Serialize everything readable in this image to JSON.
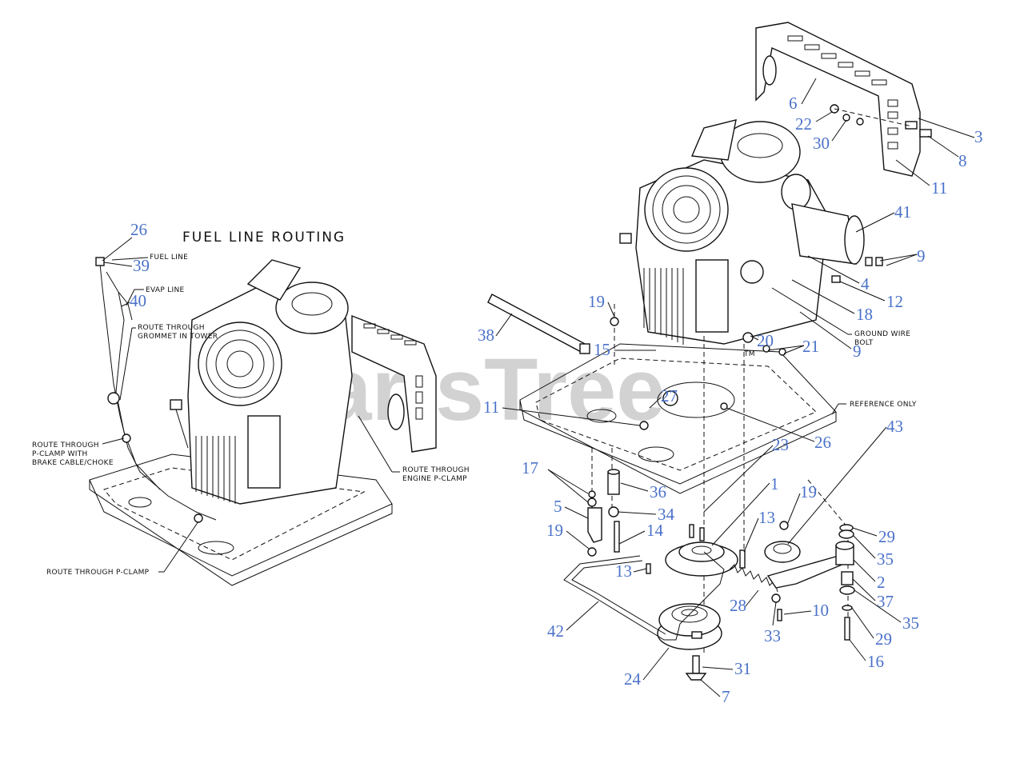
{
  "diagram": {
    "heading": "FUEL LINE ROUTING",
    "watermark": "PartsTree",
    "watermark_tm": "TM",
    "notes": {
      "fuel_line": "FUEL LINE",
      "evap_line": "EVAP LINE",
      "grommet_1": "ROUTE THROUGH",
      "grommet_2": "GROMMET IN TOWER",
      "pclamp_1": "ROUTE THROUGH",
      "pclamp_2": "P-CLAMP WITH",
      "pclamp_3": "BRAKE CABLE/CHOKE",
      "engine_pclamp_1": "ROUTE THROUGH",
      "engine_pclamp_2": "ENGINE P-CLAMP",
      "route_pclamp": "ROUTE THROUGH P-CLAMP",
      "ground_1": "GROUND WIRE",
      "ground_2": "BOLT",
      "reference": "REFERENCE ONLY"
    },
    "callouts": {
      "c26a": "26",
      "c39": "39",
      "c40": "40",
      "c3": "3",
      "c6": "6",
      "c22": "22",
      "c30": "30",
      "c8": "8",
      "c11a": "11",
      "c41": "41",
      "c9a": "9",
      "c4": "4",
      "c12": "12",
      "c18": "18",
      "c9b": "9",
      "c19a": "19",
      "c38": "38",
      "c15": "15",
      "c20": "20",
      "c21": "21",
      "c27": "27",
      "c11b": "11",
      "c26b": "26",
      "c23": "23",
      "c43": "43",
      "c1": "1",
      "c17": "17",
      "c36": "36",
      "c5": "5",
      "c34": "34",
      "c13a": "13",
      "c19b": "19",
      "c29a": "29",
      "c14": "14",
      "c19c": "19",
      "c35a": "35",
      "c13b": "13",
      "c2": "2",
      "c37": "37",
      "c28": "28",
      "c10": "10",
      "c35b": "35",
      "c33": "33",
      "c29b": "29",
      "c42": "42",
      "c16": "16",
      "c31": "31",
      "c24": "24",
      "c7": "7"
    }
  }
}
